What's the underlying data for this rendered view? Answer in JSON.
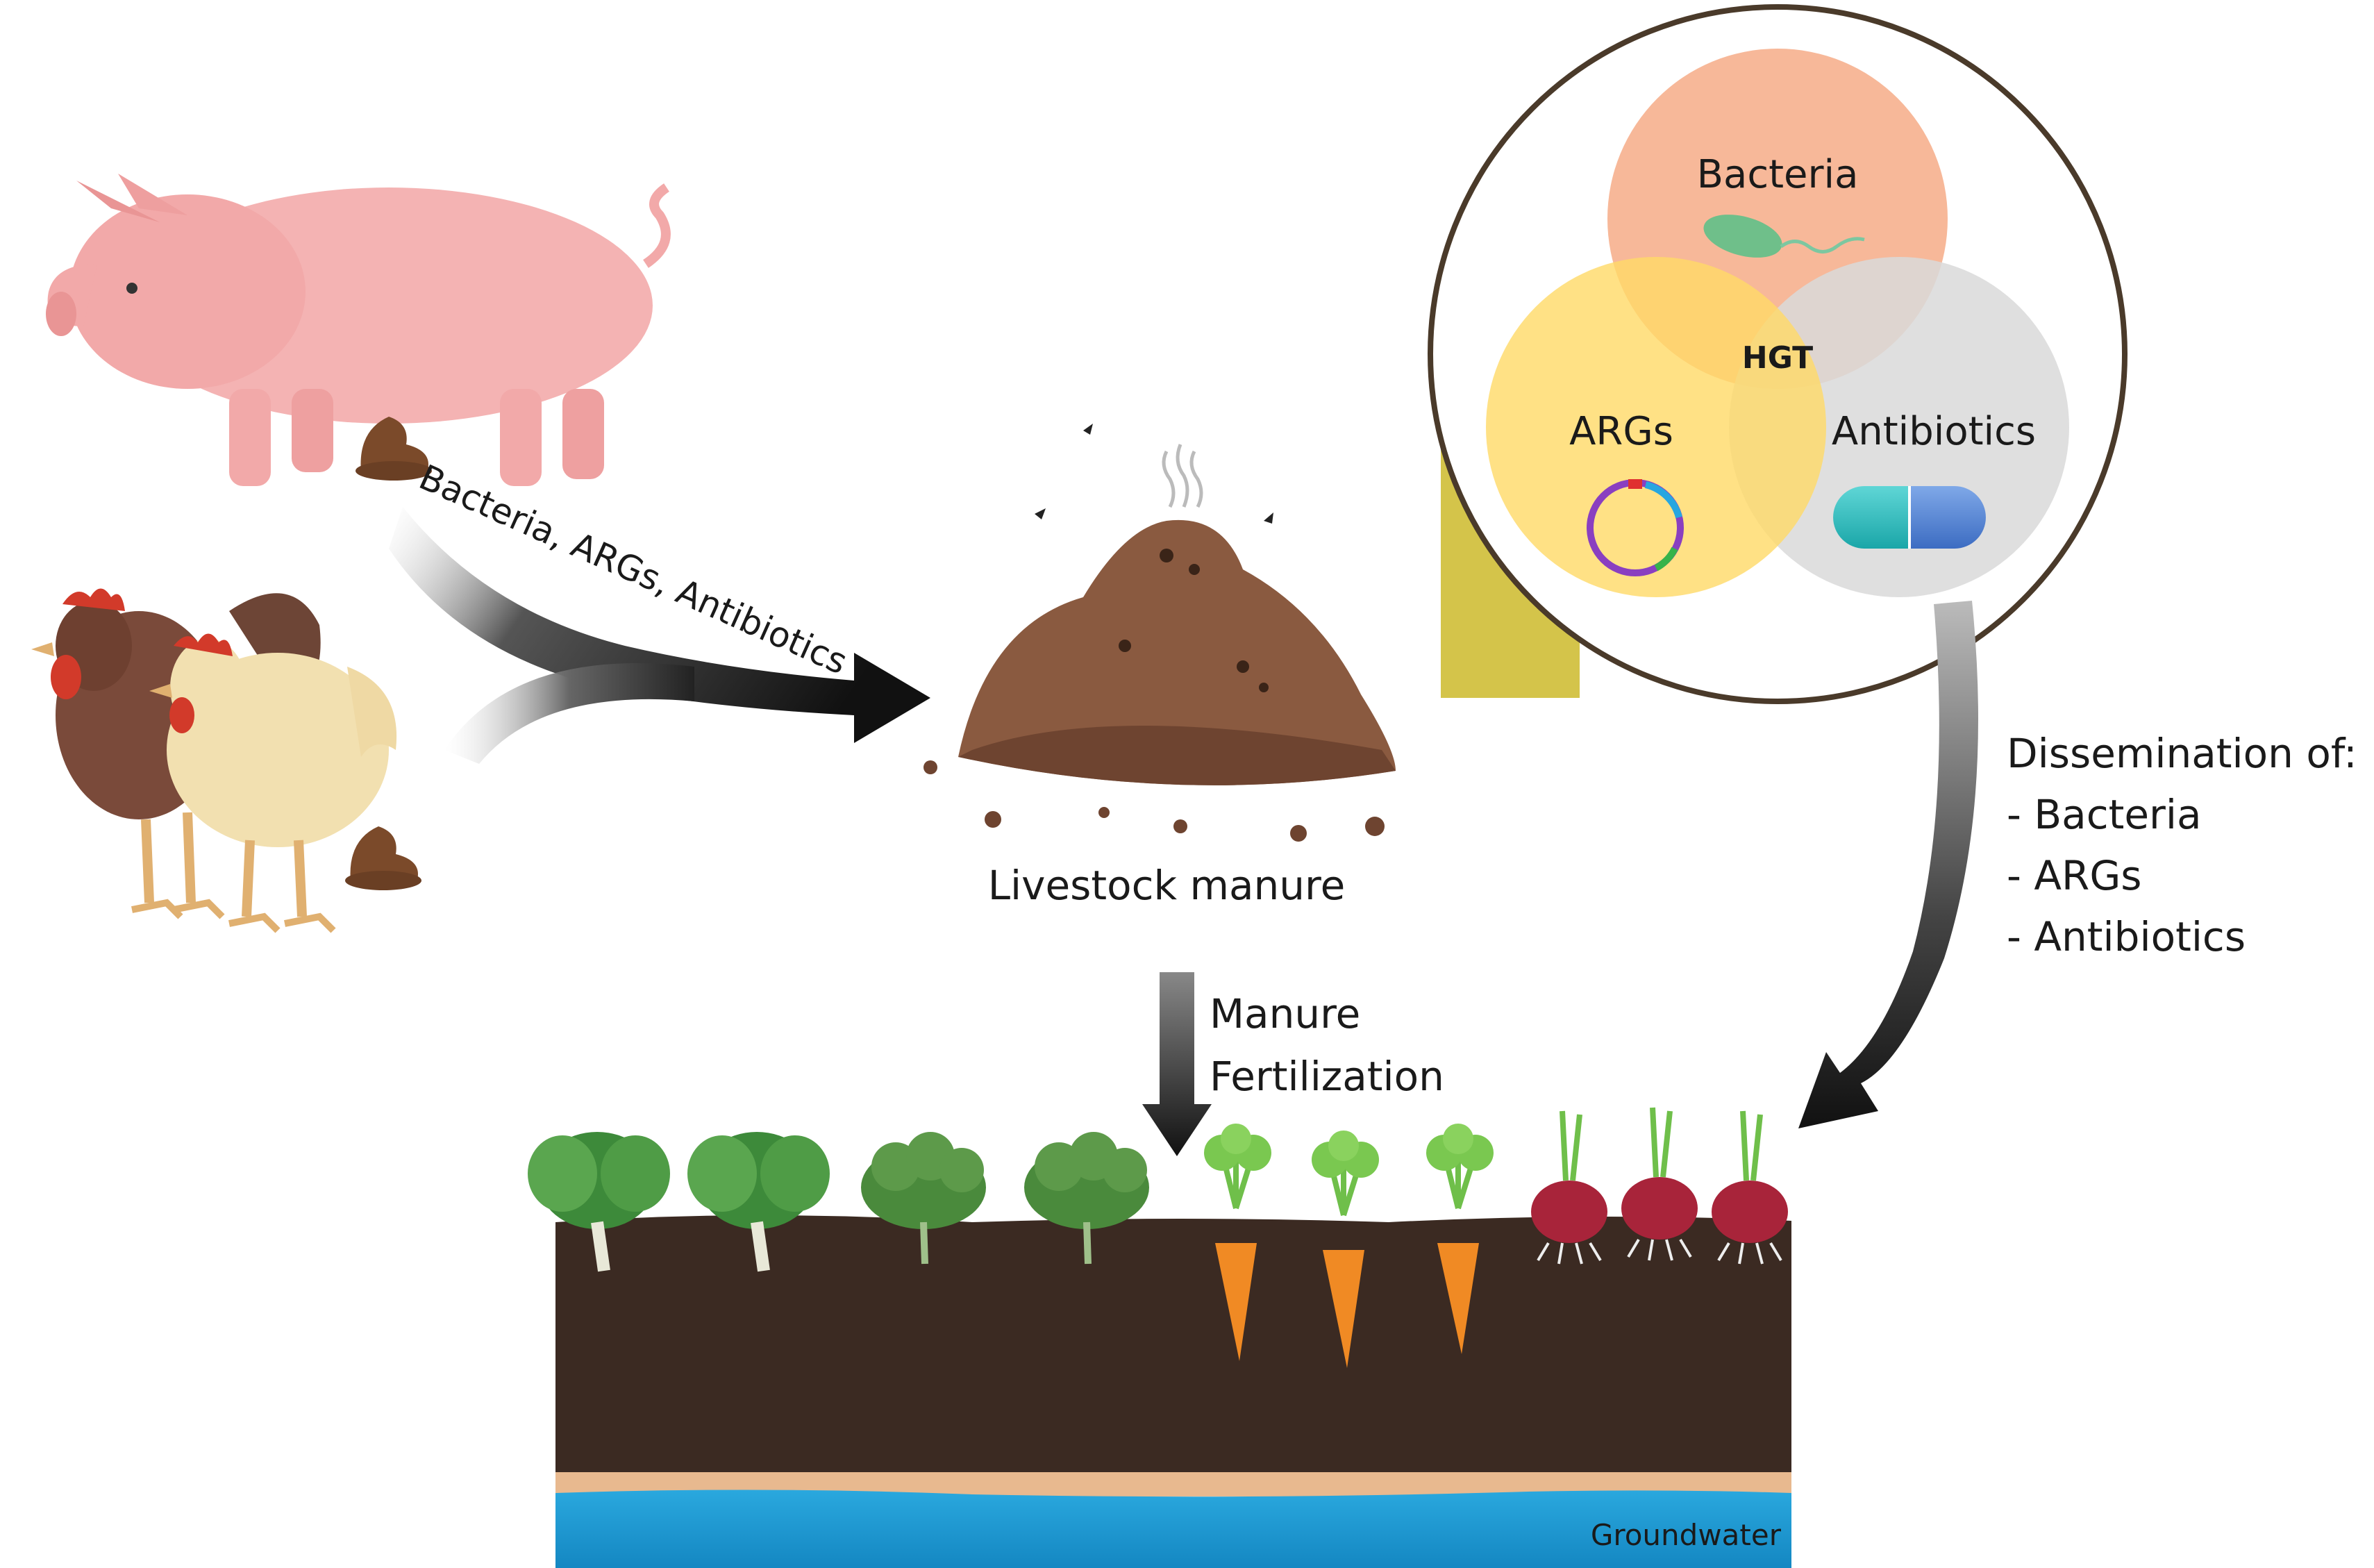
{
  "arrow_pathway_label": "Bacteria, ARGs, Antibiotics",
  "manure_label": "Livestock manure",
  "fertilization_label": {
    "line1": "Manure",
    "line2": "Fertilization"
  },
  "venn": {
    "bacteria_label": "Bacteria",
    "args_label": "ARGs",
    "antibiotics_label": "Antibiotics",
    "overlap_label": "HGT"
  },
  "dissemination": {
    "heading": "Dissemination of:",
    "items": [
      "- Bacteria",
      "- ARGs",
      "- Antibiotics"
    ]
  },
  "groundwater_label": "Groundwater",
  "icons": [
    "pig-icon",
    "hen-icon",
    "rooster-icon",
    "manure-drop-icon",
    "manure-pile-icon",
    "fly-icon",
    "bacterium-icon",
    "plasmid-icon",
    "capsule-icon",
    "cabbage-icon",
    "broccoli-icon",
    "carrot-icon",
    "onion-icon"
  ],
  "colors": {
    "venn_bacteria": "#f6b08e",
    "venn_args": "#ffd966",
    "venn_antibiotics": "#d9d9d9",
    "callout": "#d4c44a",
    "soil": "#3b2a22",
    "water": "#1a9fd6",
    "sand": "#e8b98f"
  }
}
